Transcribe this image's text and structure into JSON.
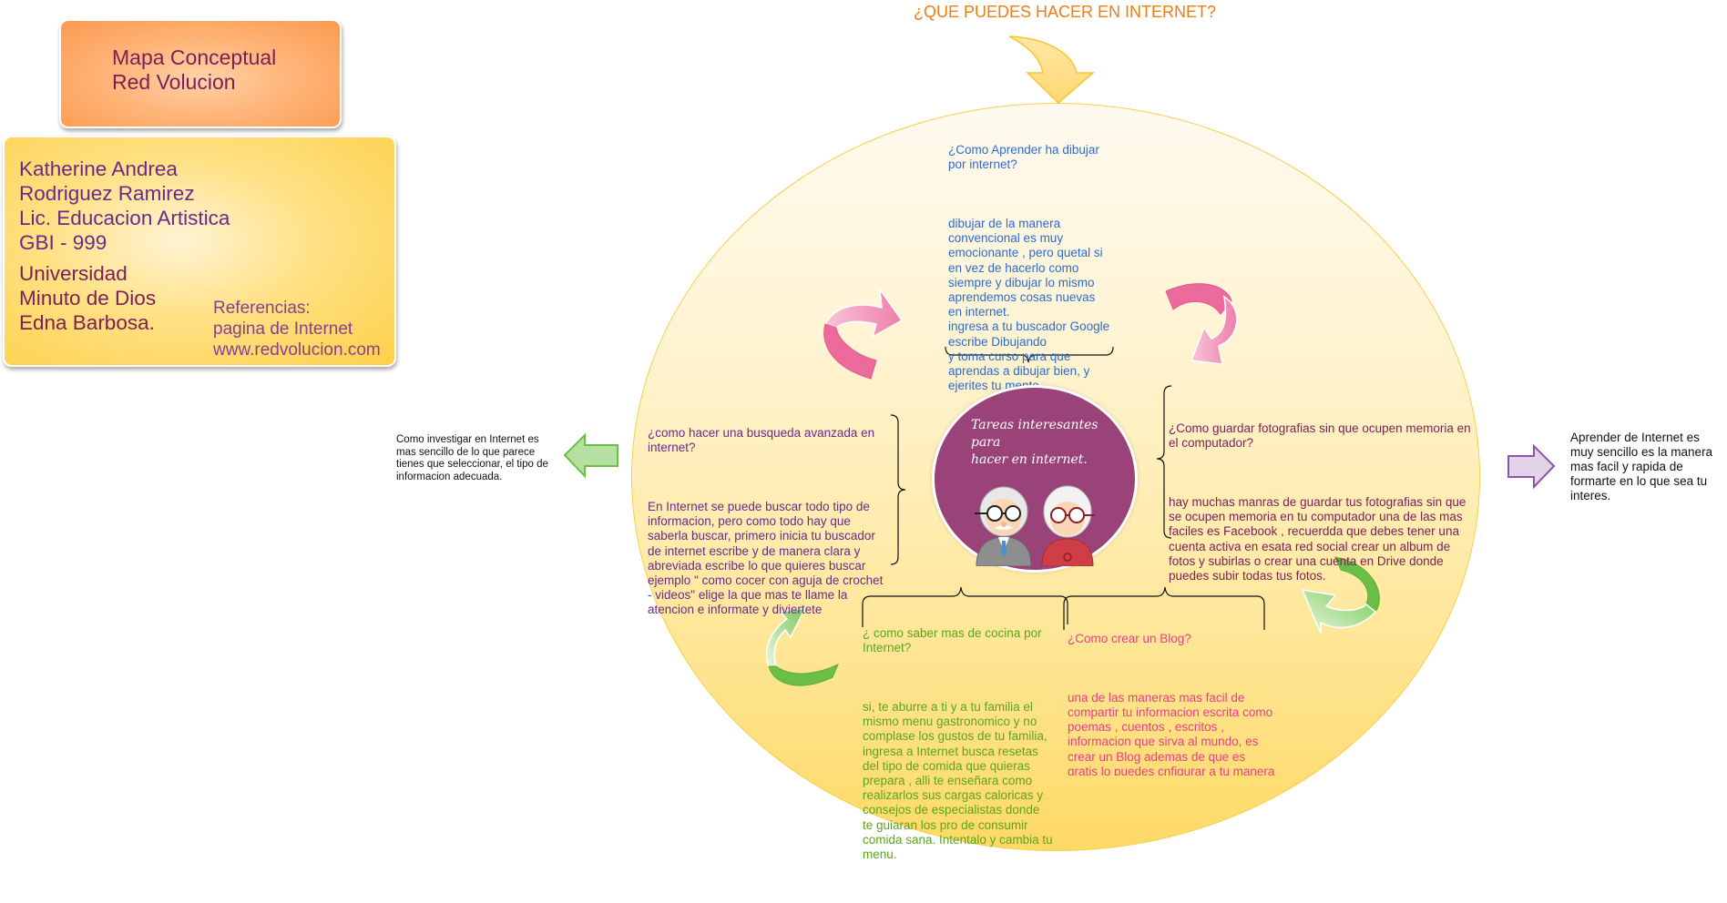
{
  "title_card": {
    "line1": "Mapa Conceptual",
    "line2": "Red Volucion"
  },
  "author_card": {
    "name_line1": "Katherine Andrea",
    "name_line2": "Rodriguez Ramirez",
    "program": "Lic. Educacion Artistica",
    "group": "GBI - 999",
    "university_line1": "Universidad",
    "university_line2": "Minuto de Dios",
    "teacher": "Edna Barbosa.",
    "references_title": "Referencias:",
    "references_source": "pagina de Internet",
    "references_url": "www.redvolucion.com"
  },
  "main_question": "¿QUE PUEDES HACER EN INTERNET?",
  "center": {
    "label": "Tareas interesantes\npara\nhacer en internet.",
    "image": "elderly-couple-with-glasses-icon"
  },
  "topics": {
    "dibujar": {
      "question": "¿Como Aprender ha dibujar\npor internet?",
      "body": "dibujar de la manera\nconvencional  es muy\nemocionante , pero quetal si\nen vez de hacerlo como\nsiempre y dibujar lo mismo\naprendemos cosas nuevas\nen internet.\ningresa a tu buscador Google\nescribe Dibujando\ny toma curso para  que\naprendas a dibujar bien, y\nejerites tu mente."
    },
    "busqueda": {
      "question": "¿como hacer una busqueda avanzada en\ninternet?",
      "body": "En Internet se puede buscar todo tipo de\ninformacion, pero como todo hay que\nsaberla buscar, primero inicia tu buscador\nde internet escribe y de manera clara y\nabreviada escribe lo que quieres buscar\nejemplo \" como cocer con aguja de crochet\n- videos\" elige la que mas te llame la\natencion e informate y diviertete"
    },
    "fotos": {
      "question": "¿Como guardar fotografias sin que ocupen memoria en\nel computador?",
      "body": "hay muchas manras de guardar tus fotografias sin que\nse ocupen memoria en tu computador una de las mas\nfaciles es Facebook , recuerdda que debes tener una\ncuenta activa en esata red social crear un album de\nfotos y subirlas o crear una cuenta en Drive donde\npuedes subir todas tus fotos."
    },
    "cocina": {
      "question": "¿ como saber mas de cocina por\nInternet?",
      "body": "si, te aburre a ti y a tu familia el\nmismo menu gastronomico y no\ncomplase los gustos de tu familia,\ningresa a Internet busca resetas\ndel tipo de comida que quieras\nprepara , alli te enseñara como\nrealizarlos sus cargas caloricas y\nconsejos de especialistas donde\nte guiaran los pro de consumir\ncomida sana. Intentalo y cambia tu\nmenu."
    },
    "blog": {
      "question": "¿Como crear un Blog?",
      "body": "una de las maneras mas facil de\ncompartir tu informacion escrita como\npoemas , cuentos , escritos ,\ninformacion que sirva al mundo, es\ncrear un Blog ademas de que es\ngratis lo puedes cnfigurar a tu manera\n, ingrea a tu buscador digita \"Blogger\"\ny sigue los pasos para crearlo y que\nsea visto en todo el mundo , recuerda"
    }
  },
  "side_notes": {
    "left": "Como investigar en Internet es\nmas sencillo de lo que parece\ntienes que seleccionar, el tipo de\ninformacion adecuada.",
    "right": "Aprender de Internet es\nmuy sencillo es la manera\nmas facil y rapida de\nformarte en lo que sea tu\ninteres."
  },
  "colors": {
    "title_orange": "#f07d12",
    "ellipse_fill": "#fdd965",
    "center_purple": "#9a4379",
    "arrow_pink": "#ec6b9c",
    "arrow_green": "#6cbf46",
    "arrow_left_green": "#b6e0a1",
    "arrow_right_lilac": "#e2d3ea"
  }
}
